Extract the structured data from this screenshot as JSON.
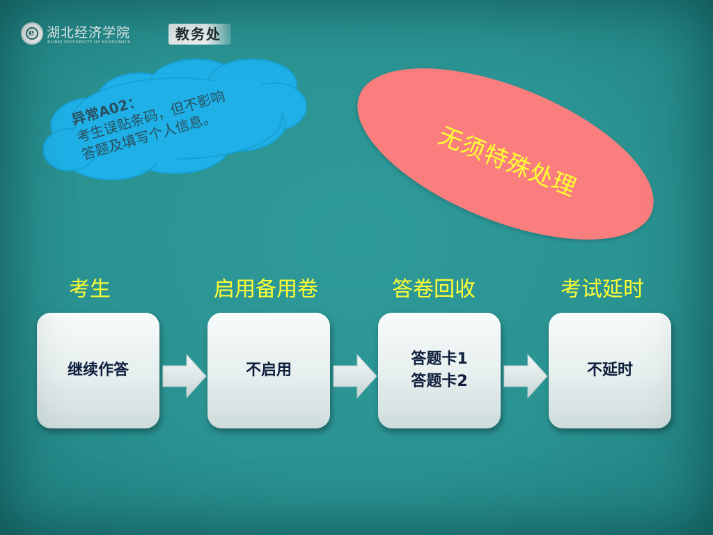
{
  "header": {
    "school_name_cn": "湖北经济学院",
    "school_name_en": "HUBEI UNIVERSITY OF ECONOMICS",
    "department": "教务处"
  },
  "callout": {
    "code": "异常A02：",
    "line1": "考生误贴条码，但不影响",
    "line2": "答题及填写个人信息。"
  },
  "highlight": {
    "text": "无须特殊处理"
  },
  "flow": {
    "stages": [
      {
        "title": "考生",
        "box": "继续作答"
      },
      {
        "title": "启用备用卷",
        "box": "不启用"
      },
      {
        "title": "答卷回收",
        "box": "答题卡1\n答题卡2"
      },
      {
        "title": "考试延时",
        "box": "不延时"
      }
    ]
  },
  "colors": {
    "background": "#2a9392",
    "cloud": "#1eb0e6",
    "ellipse": "#fb7e7e",
    "accent_text": "#ffff33",
    "box_text": "#0e1e3c"
  }
}
